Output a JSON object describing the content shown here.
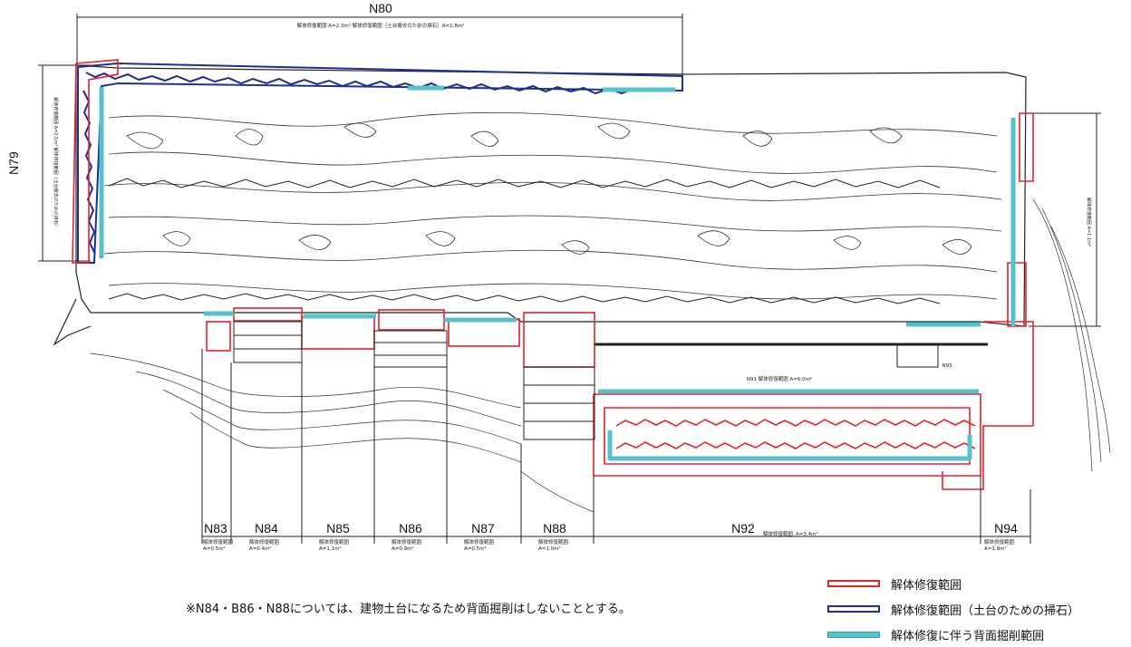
{
  "dimension_labels": {
    "top": "N80",
    "top_sub": "解体修復範囲 A=2.3m² 解体修復範囲（土台撤去のための掃石）A=1.8m²",
    "left": "N79",
    "left_sub": "解体修復範囲 A=2.5m² 解体修復範囲（土台撤去のための掃石）",
    "right_sub": "解体修復範囲 A=1.1m²",
    "inner_sub": "N91 解体修復範囲 A=6.0m²",
    "side_sub": "N93"
  },
  "sections": [
    {
      "name": "N83",
      "area": "A=0.5m²"
    },
    {
      "name": "N84",
      "area": "A=0.4m²"
    },
    {
      "name": "N85",
      "area": "A=1.1m²"
    },
    {
      "name": "N86",
      "area": "A=0.9m²"
    },
    {
      "name": "N87",
      "area": "A=0.5m²"
    },
    {
      "name": "N88",
      "area": "A=1.0m²"
    },
    {
      "name": "N92",
      "area": "A=3.4m²"
    },
    {
      "name": "N94",
      "area": "A=1.9m²"
    }
  ],
  "section_caption": "解体修復範囲",
  "note": "※N84・B86・N88については、建物土台になるため背面掘削はしないこととする。",
  "legend": [
    {
      "label": "解体修復範囲",
      "color": "#e8202a",
      "style": "red"
    },
    {
      "label": "解体修復範囲（土台のための掃石）",
      "color": "#1f2f8f",
      "style": "blue"
    },
    {
      "label": "解体修復に伴う背面掘削範囲",
      "color": "#56c3cb",
      "style": "cyan"
    }
  ]
}
